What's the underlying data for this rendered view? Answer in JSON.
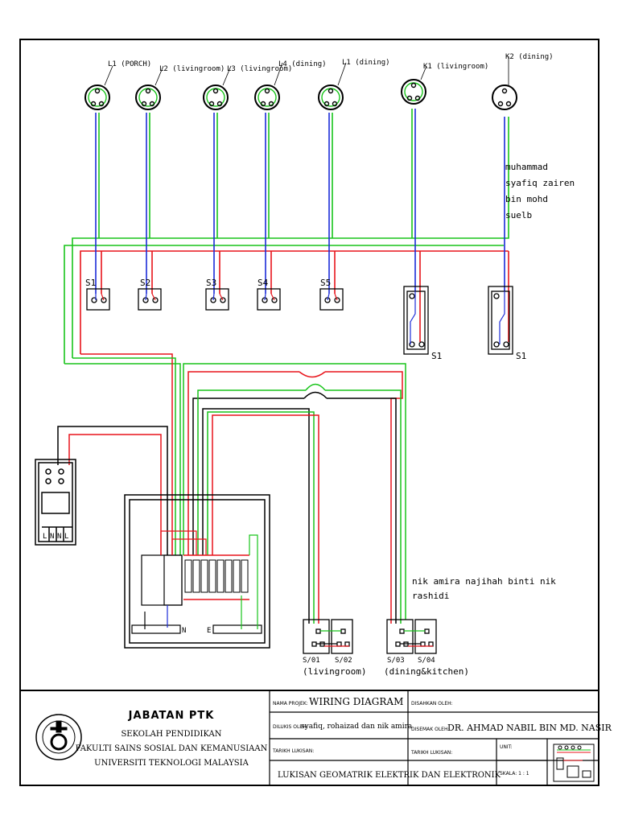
{
  "lamps": [
    {
      "label": "L1 (PORCH)"
    },
    {
      "label": "L2 (livingroom)"
    },
    {
      "label": "L3 (livingroom)"
    },
    {
      "label": "L4 (dining)"
    },
    {
      "label": "L1 (dining)"
    },
    {
      "label": "K1 (livingroom)"
    },
    {
      "label": "K2 (dining)"
    }
  ],
  "switches": [
    {
      "label": "S1"
    },
    {
      "label": "S2"
    },
    {
      "label": "S3"
    },
    {
      "label": "S4"
    },
    {
      "label": "S5"
    },
    {
      "label": "S1"
    },
    {
      "label": "S1"
    }
  ],
  "sockets": [
    {
      "label": "S/01"
    },
    {
      "label": "S/02"
    },
    {
      "label": "S/03"
    },
    {
      "label": "S/04"
    }
  ],
  "socket_groups": [
    "(livingroom)",
    "(dining&kitchen)"
  ],
  "meter_terminals": [
    "L",
    "N",
    "N",
    "L"
  ],
  "db_bars": {
    "neutral": "N",
    "earth": "E"
  },
  "authors": {
    "top": [
      "muhammad",
      "syafiq zairen",
      "bin mohd",
      "suelb"
    ],
    "bottom": [
      "nik amira najihah binti nik",
      "rashidi"
    ]
  },
  "title_block": {
    "department": "JABATAN PTK",
    "school": "SEKOLAH PENDIDIKAN",
    "faculty": "FAKULTI SAINS SOSIAL DAN KEMANUSIAAN",
    "university": "UNIVERSITI TEKNOLOGI MALAYSIA",
    "project_label": "NAMA PROJEK:",
    "project_value": "WIRING DIAGRAM",
    "drawn_label": "DILUKIS OLEH:",
    "drawn_value": "syafiq, rohaizad dan nik amira",
    "date_label": "TARIKH LUKISAN:",
    "course": "LUKISAN GEOMATRIK ELEKTRIK DAN ELEKTRONIK",
    "approved_label": "DISAHKAN OLEH:",
    "checked_label": "DISEMAK OLEH:",
    "checked_value": "DR. AHMAD NABIL BIN MD. NASIR",
    "date2_label": "TARIKH LUKISAN:",
    "unit_label": "UNIT:",
    "scale_label": "SKALA: 1 : 1"
  },
  "colors": {
    "live": "#e8141b",
    "neutral": "#1b2bd8",
    "earth": "#18c41a",
    "line": "#000000"
  }
}
